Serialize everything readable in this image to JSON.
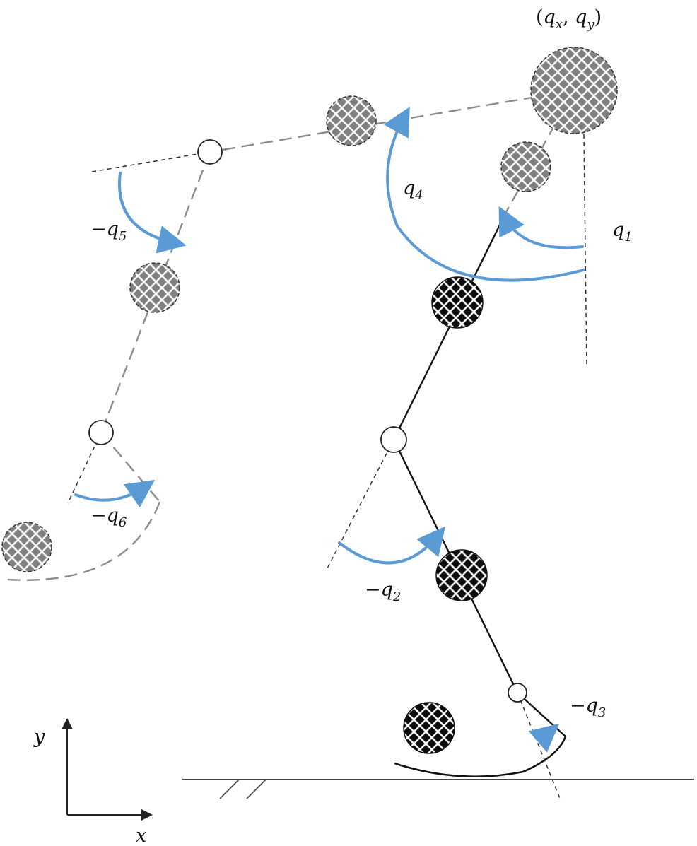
{
  "figure": {
    "base_point_label": {
      "open": "(",
      "var1": "q",
      "sub1": "x",
      "sep": ", ",
      "var2": "q",
      "sub2": "y",
      "close": ")"
    },
    "angle_labels": {
      "q1": {
        "sign": "",
        "var": "q",
        "sub": "1"
      },
      "q2": {
        "sign": "−",
        "var": "q",
        "sub": "2"
      },
      "q3": {
        "sign": "−",
        "var": "q",
        "sub": "3"
      },
      "q4": {
        "sign": "",
        "var": "q",
        "sub": "4"
      },
      "q5": {
        "sign": "−",
        "var": "q",
        "sub": "5"
      },
      "q6": {
        "sign": "−",
        "var": "q",
        "sub": "6"
      }
    },
    "axes": {
      "x_label": "x",
      "y_label": "y"
    }
  },
  "colors": {
    "arrow_blue": "#5b9bd5",
    "stance_leg": "#111111",
    "swing_leg": "#8c8c8c",
    "stance_mass_fill": "#0d0d0d",
    "swing_mass_fill": "#808080",
    "hatch": "#ffffff",
    "joint_fill": "#ffffff",
    "ground": "#444444"
  }
}
